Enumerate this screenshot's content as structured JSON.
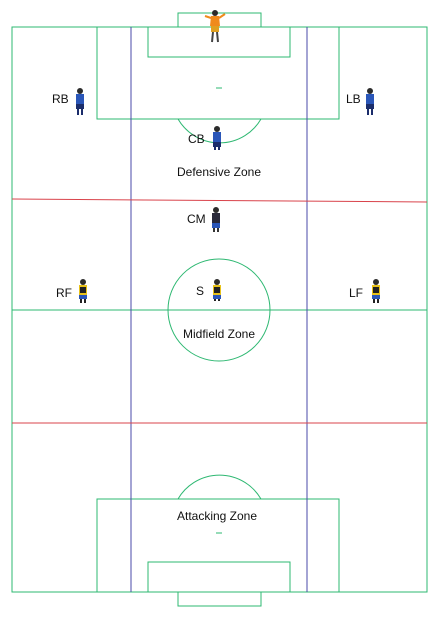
{
  "colors": {
    "field_line": "#2eb872",
    "zone_divider": "#d9434b",
    "channel_line": "#4a4aa8",
    "background": "#ffffff"
  },
  "zones": {
    "defensive": "Defensive Zone",
    "midfield": "Midfield Zone",
    "attacking": "Attacking Zone"
  },
  "positions": {
    "rb": "RB",
    "lb": "LB",
    "cb": "CB",
    "cm": "CM",
    "rf": "RF",
    "s": "S",
    "lf": "LF"
  },
  "players": [
    {
      "role": "goalkeeper",
      "kit": "orange"
    },
    {
      "role": "rb",
      "kit": "blue"
    },
    {
      "role": "lb",
      "kit": "blue"
    },
    {
      "role": "cb",
      "kit": "blue"
    },
    {
      "role": "cm",
      "kit": "blue-black"
    },
    {
      "role": "rf",
      "kit": "yellow-black"
    },
    {
      "role": "s",
      "kit": "yellow-black"
    },
    {
      "role": "lf",
      "kit": "yellow-black"
    }
  ]
}
